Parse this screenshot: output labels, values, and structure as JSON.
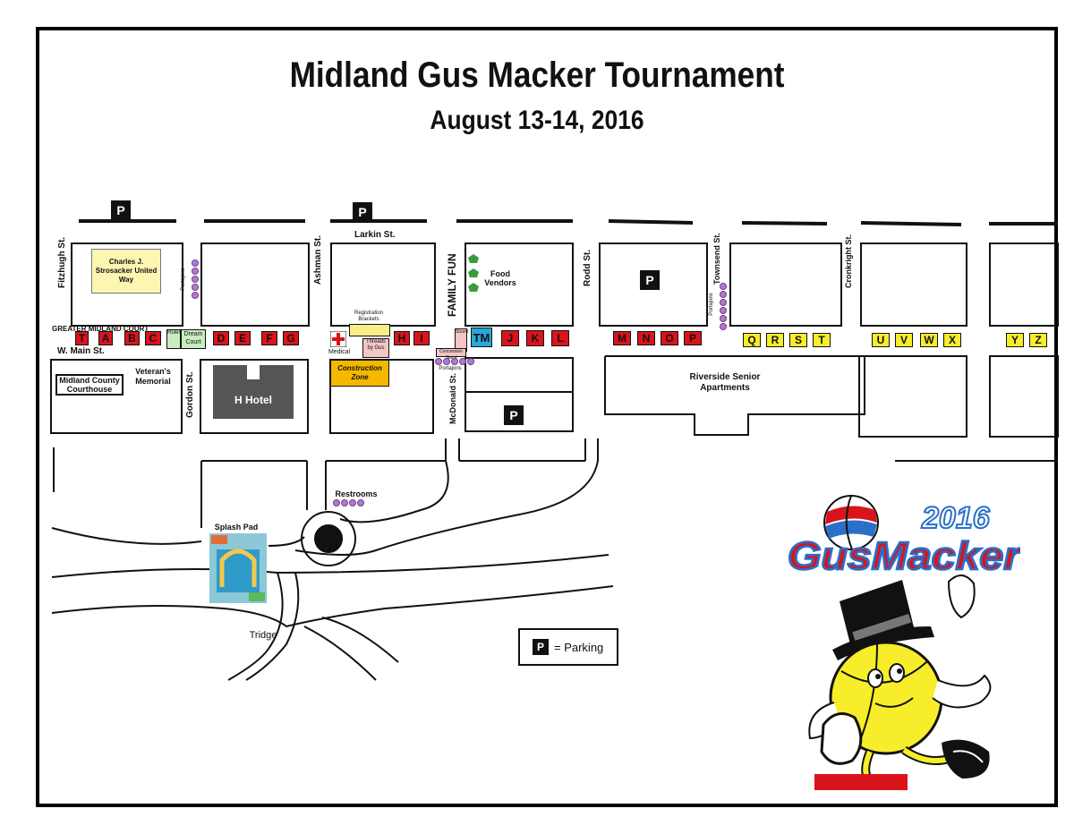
{
  "title": "Midland Gus Macker Tournament",
  "subtitle": "August 13-14, 2016",
  "streets": {
    "fitzhugh": "Fitzhugh St.",
    "ashman": "Ashman St.",
    "larkin": "Larkin St.",
    "family_fun": "FAMILY FUN",
    "rodd": "Rodd St.",
    "townsend": "Townsend St.",
    "cronkright": "Cronkright St.",
    "main": "W. Main St.",
    "greater_midland": "GREATER MIDLAND COURT",
    "gordon": "Gordon St.",
    "mcdonald": "McDonald St."
  },
  "places": {
    "strosacker": "Charles J. Strosacker United Way",
    "courthouse": "Midland County Courthouse",
    "veterans": "Veteran's Memorial",
    "h_hotel": "H Hotel",
    "construction": "Construction Zone",
    "food_vendors": "Food Vendors",
    "riverside": "Riverside Senior Apartments",
    "restrooms": "Restrooms",
    "splash_pad": "Splash Pad",
    "tridge": "Tridge",
    "medical": "Medical",
    "registration": "Registration Brackets",
    "threads": "Threads by Gus",
    "dream_court": "Dream Court",
    "rules": "Rules",
    "portajons": "Portajons",
    "concessions": "Concession Stand",
    "sound": "Sound"
  },
  "parking": {
    "symbol": "P",
    "legend": "= Parking"
  },
  "courts": {
    "red_left": [
      "T",
      "A",
      "B",
      "C"
    ],
    "red_mid": [
      "D",
      "E",
      "F",
      "G"
    ],
    "red_hi": [
      "H",
      "I"
    ],
    "tm": "TM",
    "red_jkl": [
      "J",
      "K",
      "L"
    ],
    "red_mnop": [
      "M",
      "N",
      "O",
      "P"
    ],
    "yel_qrst": [
      "Q",
      "R",
      "S",
      "T"
    ],
    "yel_uvwx": [
      "U",
      "V",
      "W",
      "X"
    ],
    "yel_yz": [
      "Y",
      "Z"
    ]
  },
  "logo": {
    "year": "2016",
    "brand": "GusMacker"
  },
  "colors": {
    "red_court": "#d9141b",
    "yellow_court": "#f7ed2a",
    "tm": "#2aa7d8",
    "portajon": "#b07ad0",
    "construction": "#f5b800"
  }
}
